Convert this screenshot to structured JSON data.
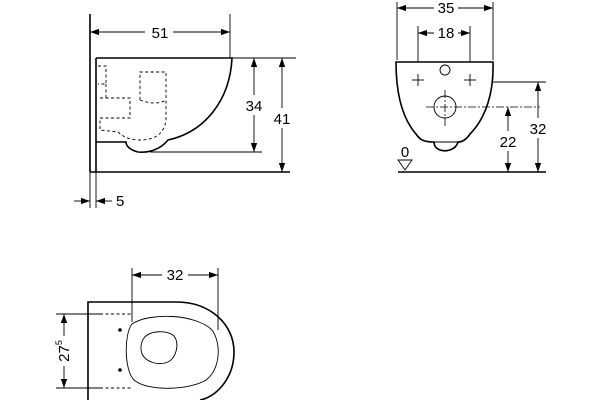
{
  "side_view": {
    "depth": "51",
    "bowl_height": "34",
    "total_height": "41",
    "wall_offset": "5"
  },
  "front_view": {
    "width": "35",
    "fixing_spacing": "18",
    "floor_mark": "0",
    "outlet_height": "22",
    "total_height": "32"
  },
  "top_view": {
    "inner_width": "32",
    "width_main": "27",
    "width_sup": "5"
  }
}
